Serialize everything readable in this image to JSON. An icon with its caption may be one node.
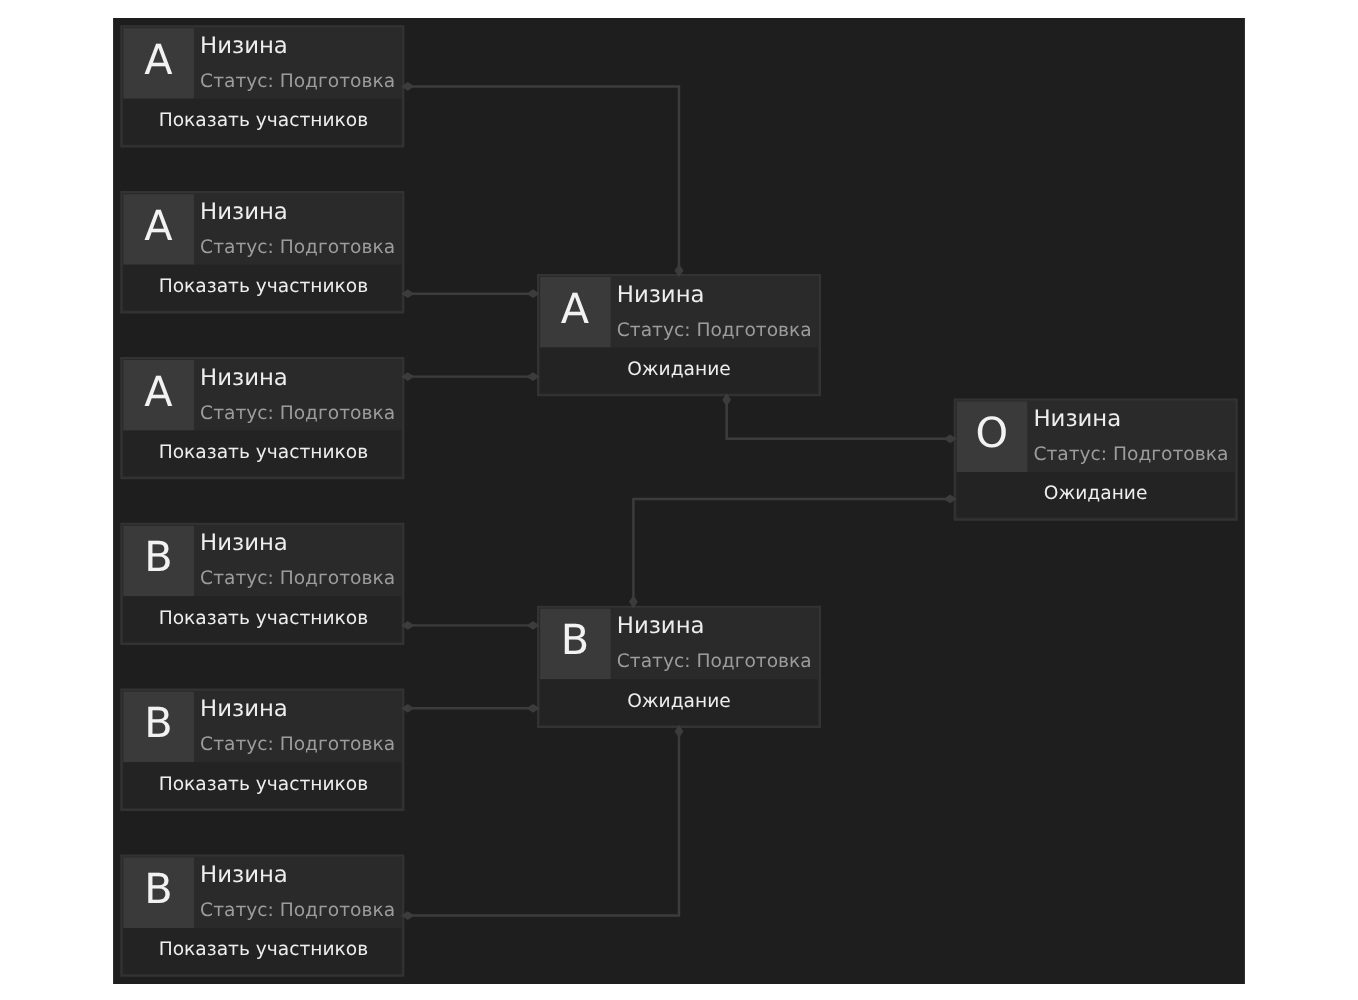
{
  "diagram": {
    "nodes": [
      {
        "text": [
          "A",
          "Низина",
          "Статус: Подготовка",
          "Показать участников"
        ]
      },
      {
        "text": [
          "A",
          "Низина",
          "Статус: Подготовка",
          "Показать участников"
        ]
      },
      {
        "text": [
          "A",
          "Низина",
          "Статус: Подготовка",
          "Показать участников"
        ]
      },
      {
        "text": [
          "B",
          "Низина",
          "Статус: Подготовка",
          "Показать участников"
        ]
      },
      {
        "text": [
          "B",
          "Низина",
          "Статус: Подготовка",
          "Показать участников"
        ]
      },
      {
        "text": [
          "B",
          "Низина",
          "Статус: Подготовка",
          "Показать участников"
        ]
      },
      {
        "text": [
          "A",
          "Низина",
          "Статус: Подготовка",
          "Ожидание"
        ]
      },
      {
        "text": [
          "B",
          "Низина",
          "Статус: Подготовка",
          "Ожидание"
        ]
      },
      {
        "text": [
          "O",
          "Низина",
          "Статус: Подготовка",
          "Ожидание"
        ]
      }
    ],
    "edges": [
      {
        "from": 0,
        "to": 6,
        "arrow": "other"
      },
      {
        "from": 1,
        "to": 6,
        "arrow": "other"
      },
      {
        "from": 2,
        "to": 6,
        "arrow": "other"
      },
      {
        "from": 3,
        "to": 7,
        "arrow": "other"
      },
      {
        "from": 4,
        "to": 7,
        "arrow": "other"
      },
      {
        "from": 5,
        "to": 7,
        "arrow": "other"
      },
      {
        "from": 6,
        "to": 8,
        "arrow": "other"
      },
      {
        "from": 7,
        "to": 8,
        "arrow": "other"
      }
    ]
  }
}
